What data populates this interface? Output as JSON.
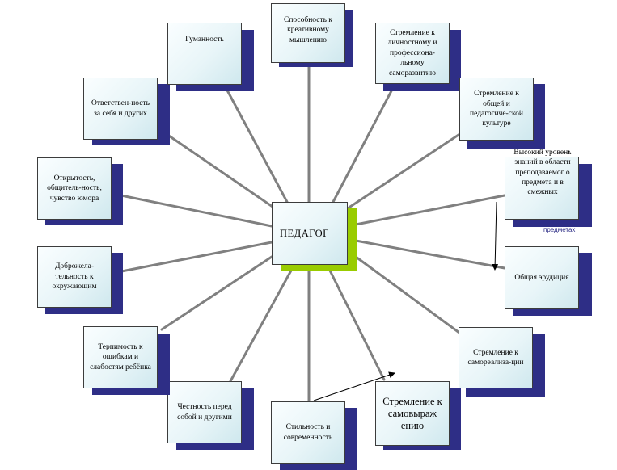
{
  "center": {
    "label": "ПЕДАГОГ"
  },
  "qualities": [
    {
      "id": "creative",
      "label": "Способность к креативному мышлению"
    },
    {
      "id": "selfdev",
      "label": "Стремление к личностному и профессиона-льному саморазвитию"
    },
    {
      "id": "culture",
      "label": "Стремление к общей и педагогиче-ской культуре"
    },
    {
      "id": "knowledge",
      "label": ""
    },
    {
      "id": "erudition",
      "label": "Общая эрудиция"
    },
    {
      "id": "selfreal",
      "label": "Стремление к самореализа-ции"
    },
    {
      "id": "selfexpr",
      "label": "Стремление к самовыраж ению"
    },
    {
      "id": "style",
      "label": "Стильность и современность"
    },
    {
      "id": "honesty",
      "label": "Честность перед собой и другими"
    },
    {
      "id": "tolerance",
      "label": "Терпимость к ошибкам и слабостям ребёнка"
    },
    {
      "id": "goodwill",
      "label": "Доброжела-тельность к окружающим"
    },
    {
      "id": "openness",
      "label": "Открытость, общитель-ность, чувство юмора"
    },
    {
      "id": "responsibility",
      "label": "Ответствен-ность за себя и других"
    },
    {
      "id": "humanity",
      "label": "Гуманность"
    }
  ],
  "overlay_note": {
    "text": "Высокий уровень знаний в области преподаваемог о предмета и в смежных",
    "tail": "предметах",
    "stray_mark": "."
  },
  "colors": {
    "shadow": "#2e2e86",
    "accent": "#99cc00",
    "connector": "#808080",
    "arrow": "#000000"
  }
}
